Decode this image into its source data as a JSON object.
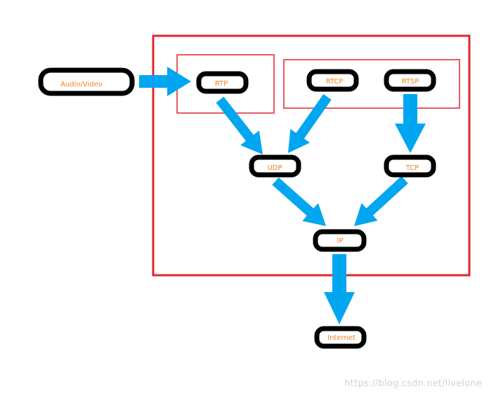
{
  "colors": {
    "frame": "#e1262c",
    "arrow": "#00a6f0",
    "node_border": "#000000",
    "node_text": "#f08321"
  },
  "nodes": {
    "audio_video": "Audio/Video",
    "rtp": "RTP",
    "rtcp": "RTCP",
    "rtsp": "RTSP",
    "udp": "UDP",
    "tcp": "TCP",
    "ip": "IP",
    "internet": "Internet"
  },
  "watermark": "https://blog.csdn.net/livelone"
}
